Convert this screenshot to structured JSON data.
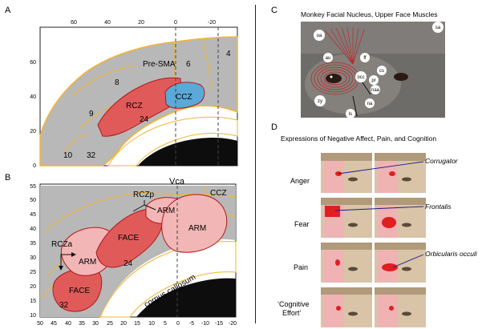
{
  "panel_a": {
    "letter": "A",
    "x_ticks": [
      "60",
      "40",
      "20",
      "0",
      "-20"
    ],
    "y_ticks": [
      "60",
      "40",
      "20",
      "0"
    ],
    "regions": {
      "pre_sma": "Pre-SMA",
      "area_6": "6",
      "area_4": "4",
      "area_8": "8",
      "area_9": "9",
      "area_10": "10",
      "area_32": "32",
      "area_24": "24",
      "rcz": "RCZ",
      "ccz": "CCZ"
    }
  },
  "panel_b": {
    "letter": "B",
    "vca": "Vca",
    "ccz": "CCZ",
    "rczp": "RCZp",
    "rcza": "RCZa",
    "face_1": "FACE",
    "face_2": "FACE",
    "arm_1": "ARM",
    "arm_2": "ARM",
    "arm_3": "ARM",
    "area_24": "24",
    "area_32": "32",
    "corpus": "corpus callosum",
    "y_ticks": [
      "55",
      "50",
      "45",
      "40",
      "35",
      "30",
      "25",
      "20",
      "15",
      "10"
    ],
    "x_ticks": [
      "50",
      "45",
      "40",
      "35",
      "30",
      "25",
      "20",
      "15",
      "10",
      "5",
      "0",
      "-5",
      "-10",
      "-15",
      "-20"
    ]
  },
  "panel_c": {
    "letter": "C",
    "title": "Monkey Facial Nucleus, Upper Face Muscles",
    "muscles": [
      "sa",
      "oa",
      "au",
      "ff",
      "occ",
      "cs",
      "pr",
      "naa",
      "zy",
      "na",
      "ls"
    ]
  },
  "panel_d": {
    "letter": "D",
    "title": "Expressions of Negative Affect, Pain, and Cognition",
    "rows": [
      {
        "label": "Anger",
        "muscle": "Corrugator"
      },
      {
        "label": "Fear",
        "muscle": "Frontalis"
      },
      {
        "label": "Pain",
        "muscle": "Orbicularis occuli"
      },
      {
        "label": "‘Cognitive\nEffort’",
        "muscle": ""
      }
    ],
    "cognitive_line1": "‘Cognitive",
    "cognitive_line2": "Effort’"
  },
  "colors": {
    "gray": "#b8b8b8",
    "dark_gray": "#7a7a7a",
    "rcz_red": "#e05a5a",
    "ccz_blue": "#5aa9d8",
    "pink": "#f2b6b6",
    "outline_red": "#b01818",
    "gold": "#f3b52f",
    "blue_line": "#1a1a8c"
  }
}
